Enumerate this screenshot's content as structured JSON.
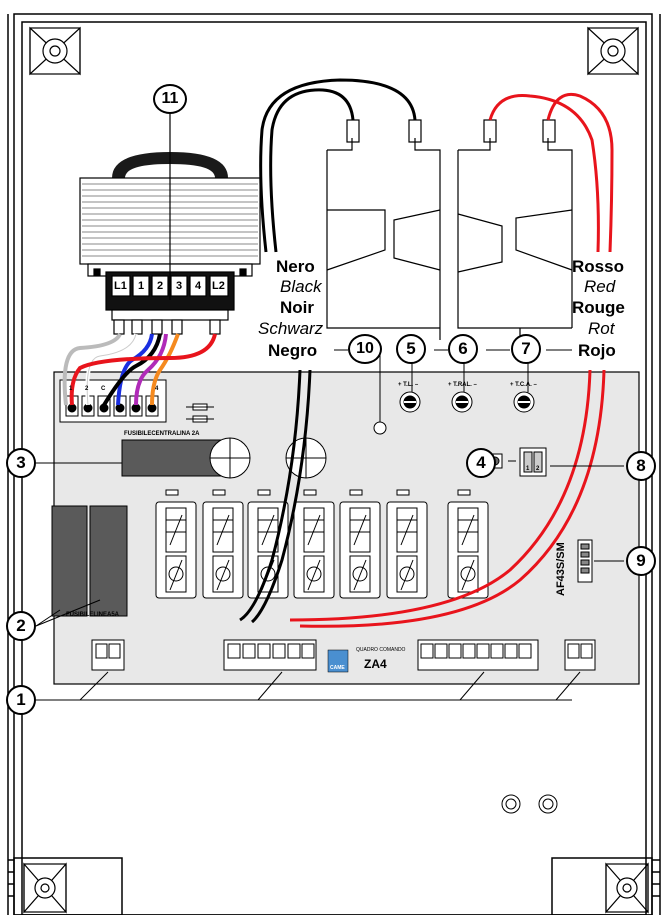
{
  "callouts": [
    "1",
    "2",
    "3",
    "4",
    "5",
    "6",
    "7",
    "8",
    "9",
    "10",
    "11"
  ],
  "wire_left": {
    "it": "Nero",
    "en": "Black",
    "fr": "Noir",
    "de": "Schwarz",
    "es": "Negro"
  },
  "wire_right": {
    "it": "Rosso",
    "en": "Red",
    "fr": "Rouge",
    "de": "Rot",
    "es": "Rojo"
  },
  "transformer_terminals": [
    "L1",
    "1",
    "2",
    "3",
    "4",
    "L2"
  ],
  "trimmers": [
    "+ T.L. –",
    "+ T.RAL. –",
    "+ T.C.A. –"
  ],
  "fuse_central": "FUSIBILECENTRALINA 2A",
  "fuse_line": "FUSIBILELINEA5A",
  "panel_brand": "QUADRO COMANDO",
  "panel_model": "ZA4",
  "card_label": "AF43S/SM",
  "dip_labels": [
    "1",
    "2"
  ],
  "logo": "CAME",
  "left_strip": [
    "1",
    "2",
    "C",
    "4"
  ],
  "colors": {
    "red": "#e8141c",
    "blue": "#1a2ee0",
    "orange": "#f58a1f",
    "magenta": "#b02ab8",
    "board": "#e8e8e8",
    "relay": "#5a5a5a"
  }
}
